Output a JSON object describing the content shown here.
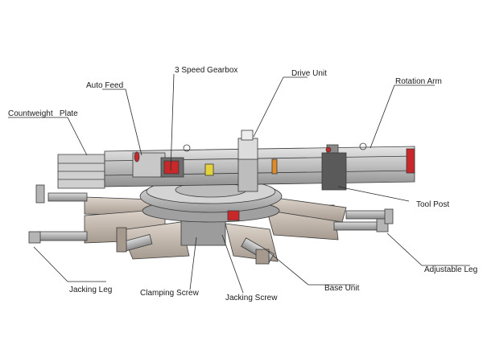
{
  "labels": {
    "auto_feed": "Auto Feed",
    "gearbox": "3 Speed Gearbox",
    "drive_unit": "Drive Unit",
    "rotation_arm": "Rotation Arm",
    "counterweight_plate": "Countweight   Plate",
    "tool_post": "Tool Post",
    "adjustable_leg": "Adjustable Leg",
    "base_unit": "Base Unit",
    "jacking_screw": "Jacking Screw",
    "clamping_screw": "Clamping Screw",
    "jacking_leg": "Jacking Leg"
  },
  "colors": {
    "steel": "#c9c9c9",
    "steel_dark": "#8e8e8e",
    "leg_tan": "#c7bdb3",
    "accent_red": "#c8282a",
    "accent_orange": "#e08a2a",
    "accent_yellow": "#e4d23a",
    "outline": "#3a3a3a"
  }
}
